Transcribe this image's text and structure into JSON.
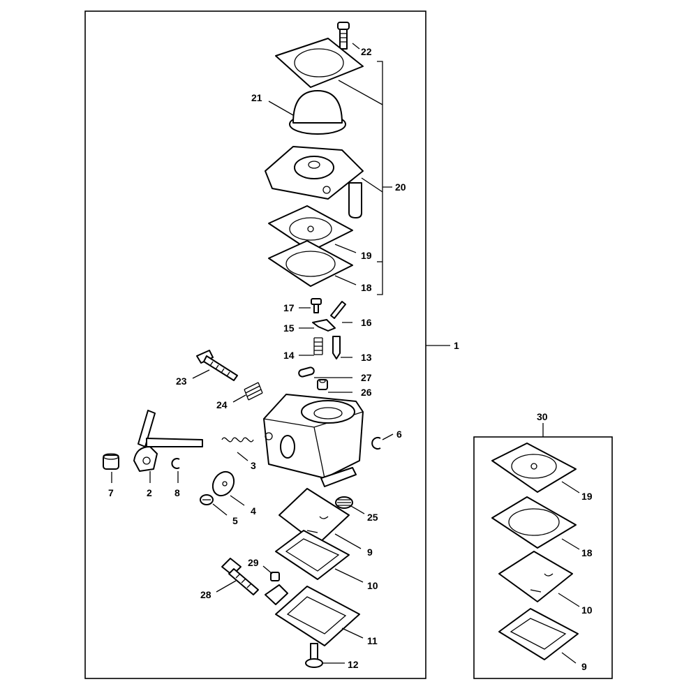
{
  "diagram": {
    "main_assembly_label": "1",
    "kit_label": "30",
    "parts_main": [
      {
        "id": "p22",
        "label": "22"
      },
      {
        "id": "p21",
        "label": "21"
      },
      {
        "id": "p20",
        "label": "20"
      },
      {
        "id": "p19",
        "label": "19"
      },
      {
        "id": "p18",
        "label": "18"
      },
      {
        "id": "p17",
        "label": "17"
      },
      {
        "id": "p16",
        "label": "16"
      },
      {
        "id": "p15",
        "label": "15"
      },
      {
        "id": "p14",
        "label": "14"
      },
      {
        "id": "p13",
        "label": "13"
      },
      {
        "id": "p27",
        "label": "27"
      },
      {
        "id": "p26",
        "label": "26"
      },
      {
        "id": "p23",
        "label": "23"
      },
      {
        "id": "p24",
        "label": "24"
      },
      {
        "id": "p6",
        "label": "6"
      },
      {
        "id": "p3",
        "label": "3"
      },
      {
        "id": "p7",
        "label": "7"
      },
      {
        "id": "p2",
        "label": "2"
      },
      {
        "id": "p8",
        "label": "8"
      },
      {
        "id": "p4",
        "label": "4"
      },
      {
        "id": "p5",
        "label": "5"
      },
      {
        "id": "p25",
        "label": "25"
      },
      {
        "id": "p9",
        "label": "9"
      },
      {
        "id": "p10",
        "label": "10"
      },
      {
        "id": "p29",
        "label": "29"
      },
      {
        "id": "p28",
        "label": "28"
      },
      {
        "id": "p11",
        "label": "11"
      },
      {
        "id": "p12",
        "label": "12"
      }
    ],
    "parts_kit": [
      {
        "id": "k19",
        "label": "19"
      },
      {
        "id": "k18",
        "label": "18"
      },
      {
        "id": "k10",
        "label": "10"
      },
      {
        "id": "k9",
        "label": "9"
      }
    ]
  }
}
